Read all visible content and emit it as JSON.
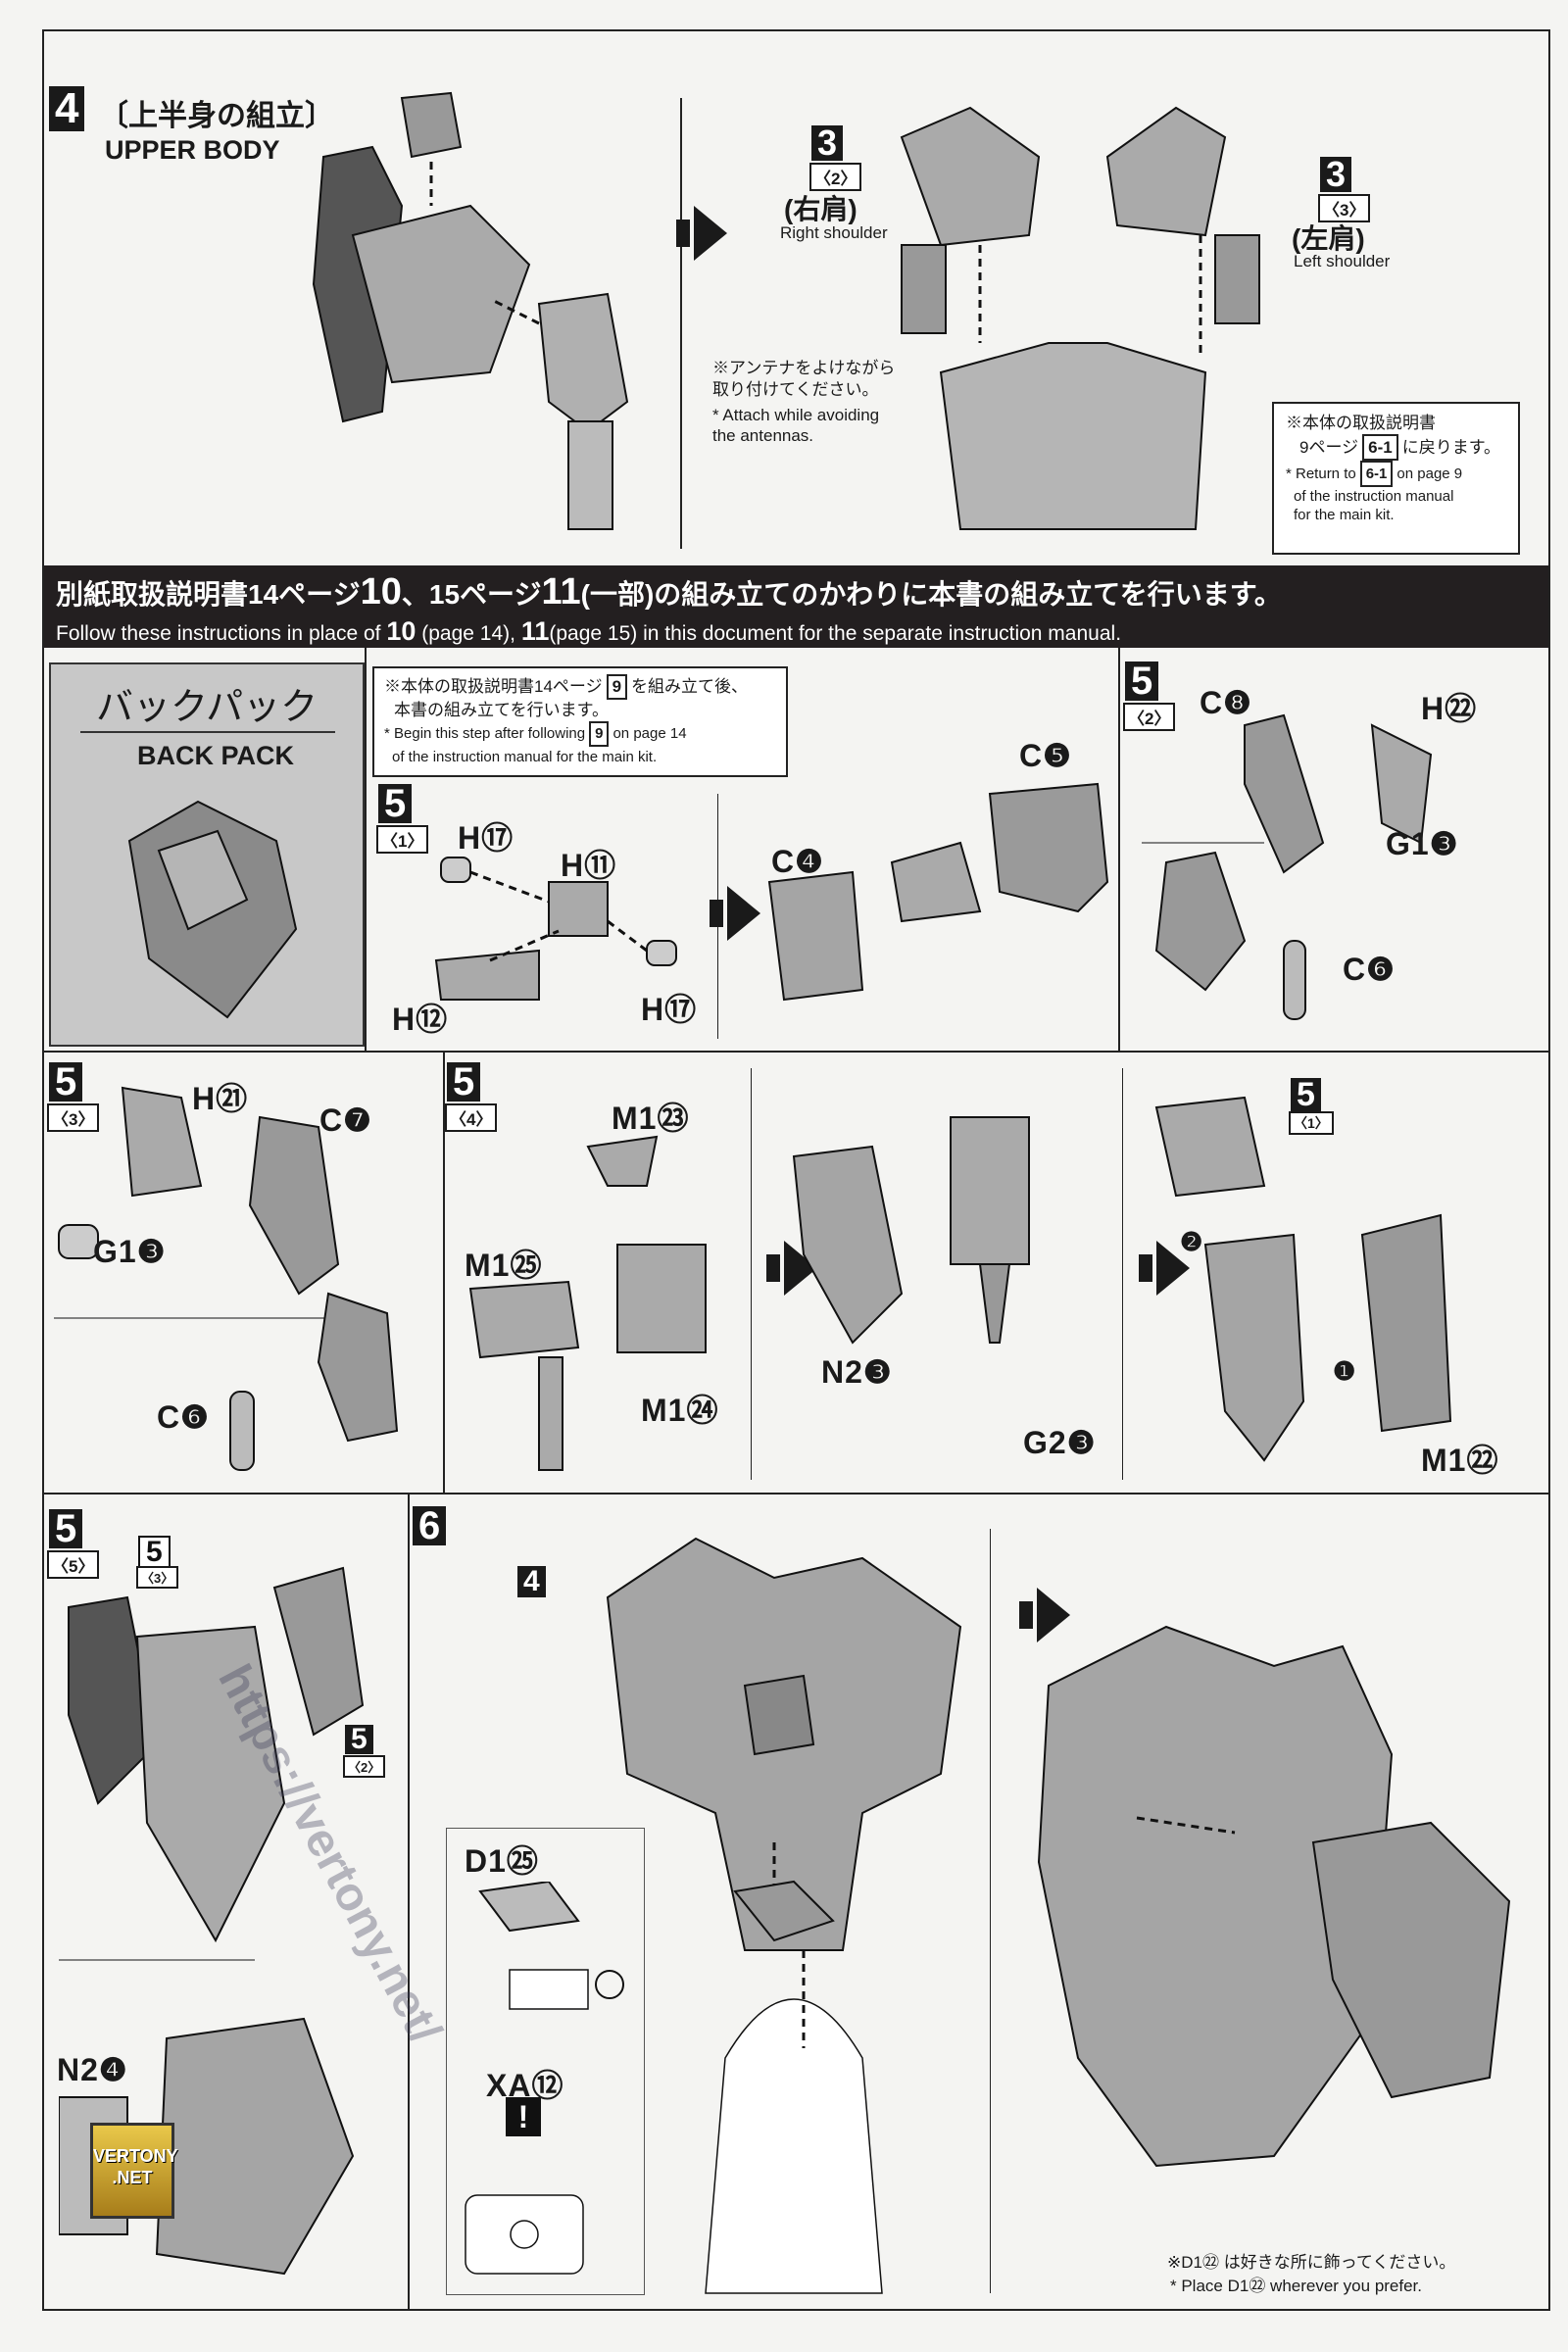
{
  "step4": {
    "num": "4",
    "title_jp": "〔上半身の組立〕",
    "title_en": "UPPER BODY",
    "right_ref": {
      "num": "3",
      "sub": "〈2〉",
      "jp": "(右肩)",
      "en": "Right shoulder"
    },
    "left_ref": {
      "num": "3",
      "sub": "〈3〉",
      "jp": "(左肩)",
      "en": "Left shoulder"
    },
    "antenna_note_jp": [
      "※アンテナをよけながら",
      "取り付けてください。"
    ],
    "antenna_note_en": [
      "* Attach while avoiding",
      "the antennas."
    ],
    "return_note": {
      "jp1": "※本体の取扱説明書",
      "jp2_pre": "9ページ",
      "ref": "6-1",
      "jp2_post": "に戻ります。",
      "en_pre": "* Return to",
      "en_post": "on page 9",
      "en2": "of the instruction manual",
      "en3": "for the main kit."
    }
  },
  "banner": {
    "jp_a": "別紙取扱説明書14ページ",
    "jp_n1": "10",
    "jp_b": "、15ページ",
    "jp_n2": "11",
    "jp_c": "(一部)の組み立てのかわりに本書の組み立てを行います。",
    "en_a": "Follow these instructions in place of",
    "en_n1": "10",
    "en_b": "(page 14),",
    "en_n2": "11",
    "en_c": "(page 15) in this document for the separate instruction manual."
  },
  "backpack": {
    "jp": "バックパック",
    "en": "BACK PACK",
    "note": {
      "jp_pre": "※本体の取扱説明書14ページ",
      "ref": "9",
      "jp_post": "を組み立て後、",
      "jp2": "本書の組み立てを行います。",
      "en_pre": "* Begin this step after following",
      "en_post": "on page 14",
      "en2": "of the instruction manual for the main kit."
    }
  },
  "step5_1": {
    "num": "5",
    "sub": "〈1〉",
    "parts": [
      "H⑰",
      "H⑪",
      "H⑫",
      "H⑰",
      "C❹",
      "C❺"
    ]
  },
  "step5_2": {
    "num": "5",
    "sub": "〈2〉",
    "parts": [
      "C❽",
      "H㉒",
      "G1❸",
      "C❻"
    ]
  },
  "step5_3": {
    "num": "5",
    "sub": "〈3〉",
    "parts": [
      "H㉑",
      "C❼",
      "G1❸",
      "C❻"
    ]
  },
  "step5_4": {
    "num": "5",
    "sub": "〈4〉",
    "parts": [
      "M1㉓",
      "M1㉕",
      "M1㉔",
      "N2❸",
      "G2❸",
      "M1㉒"
    ],
    "ref": {
      "num": "5",
      "sub": "〈1〉"
    },
    "order": [
      "❷",
      "❶"
    ]
  },
  "step5_5": {
    "num": "5",
    "sub": "〈5〉",
    "ref_a": {
      "num": "5",
      "sub": "〈3〉"
    },
    "ref_b": {
      "num": "5",
      "sub": "〈2〉"
    },
    "parts": [
      "N2❹"
    ]
  },
  "step6": {
    "num": "6",
    "ref": "4",
    "parts": [
      "D1㉕",
      "XA⑫"
    ],
    "warning": "!",
    "note_jp": "※D1㉒ は好きな所に飾ってください。",
    "note_en": "* Place D1㉒ wherever you prefer."
  },
  "watermark": {
    "url": "https://vertony.net/",
    "logo": [
      "VERTONY",
      ".NET"
    ]
  }
}
